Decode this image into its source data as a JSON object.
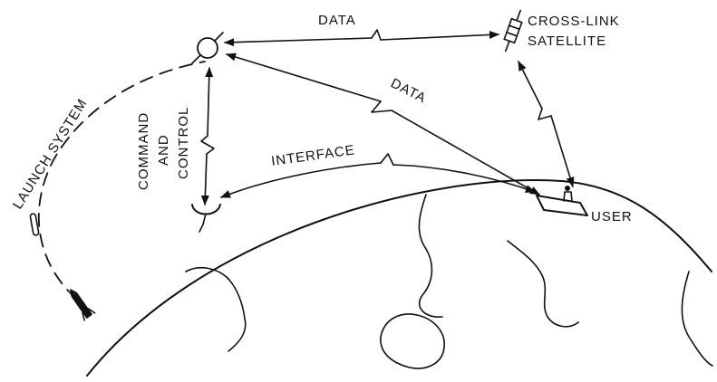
{
  "labels": {
    "data_top": "DATA",
    "cross_link_line1": "CROSS-LINK",
    "cross_link_line2": "SATELLITE",
    "launch_system": "LAUNCH SYSTEM",
    "command_line1": "COMMAND",
    "command_line2": "AND",
    "command_line3": "CONTROL",
    "data_diagonal": "DATA",
    "interface": "INTERFACE",
    "user": "USER"
  },
  "colors": {
    "ink": "#111111",
    "background": "#ffffff"
  },
  "icons": [
    "relay-satellite-icon",
    "cross-link-satellite-icon",
    "ground-antenna-icon",
    "user-terminal-icon",
    "launch-vehicle-icon",
    "rocket-icon"
  ]
}
